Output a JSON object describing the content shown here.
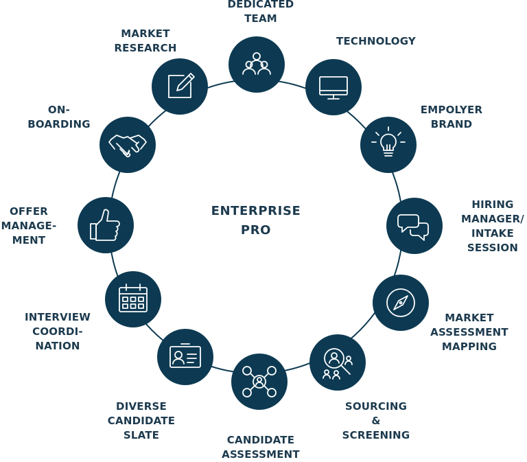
{
  "center": {
    "title": "ENTERPRISE\nPRO"
  },
  "colors": {
    "circle_fill": "#0d3a52",
    "ring": "#0d3a52",
    "text": "#1c3a4e",
    "icon_stroke": "#ffffff"
  },
  "stages": [
    {
      "id": "dedicated-team",
      "label": "DEDICATED\nTEAM",
      "icon": "team-icon"
    },
    {
      "id": "technology",
      "label": "TECHNOLOGY",
      "icon": "monitor-icon"
    },
    {
      "id": "employer-brand",
      "label": "EMPOLYER\nBRAND",
      "icon": "lightbulb-icon"
    },
    {
      "id": "hiring-manager-intake",
      "label": "HIRING\nMANAGER/\nINTAKE\nSESSION",
      "icon": "chat-bubbles-icon"
    },
    {
      "id": "market-assessment-mapping",
      "label": "MARKET\nASSESSMENT\nMAPPING",
      "icon": "compass-icon"
    },
    {
      "id": "sourcing-screening",
      "label": "SOURCING\n&\nSCREENING",
      "icon": "magnifier-people-icon"
    },
    {
      "id": "candidate-assessment",
      "label": "CANDIDATE\nASSESSMENT",
      "icon": "network-people-icon"
    },
    {
      "id": "diverse-candidate-slate",
      "label": "DIVERSE\nCANDIDATE\nSLATE",
      "icon": "id-card-icon"
    },
    {
      "id": "interview-coordination",
      "label": "INTERVIEW\nCOORDI-\nNATION",
      "icon": "calendar-icon"
    },
    {
      "id": "offer-management",
      "label": "OFFER\nMANAGE-\nMENT",
      "icon": "thumbs-up-icon"
    },
    {
      "id": "on-boarding",
      "label": "ON-\nBOARDING",
      "icon": "handshake-icon"
    },
    {
      "id": "market-research",
      "label": "MARKET\nRESEARCH",
      "icon": "edit-square-icon"
    }
  ]
}
